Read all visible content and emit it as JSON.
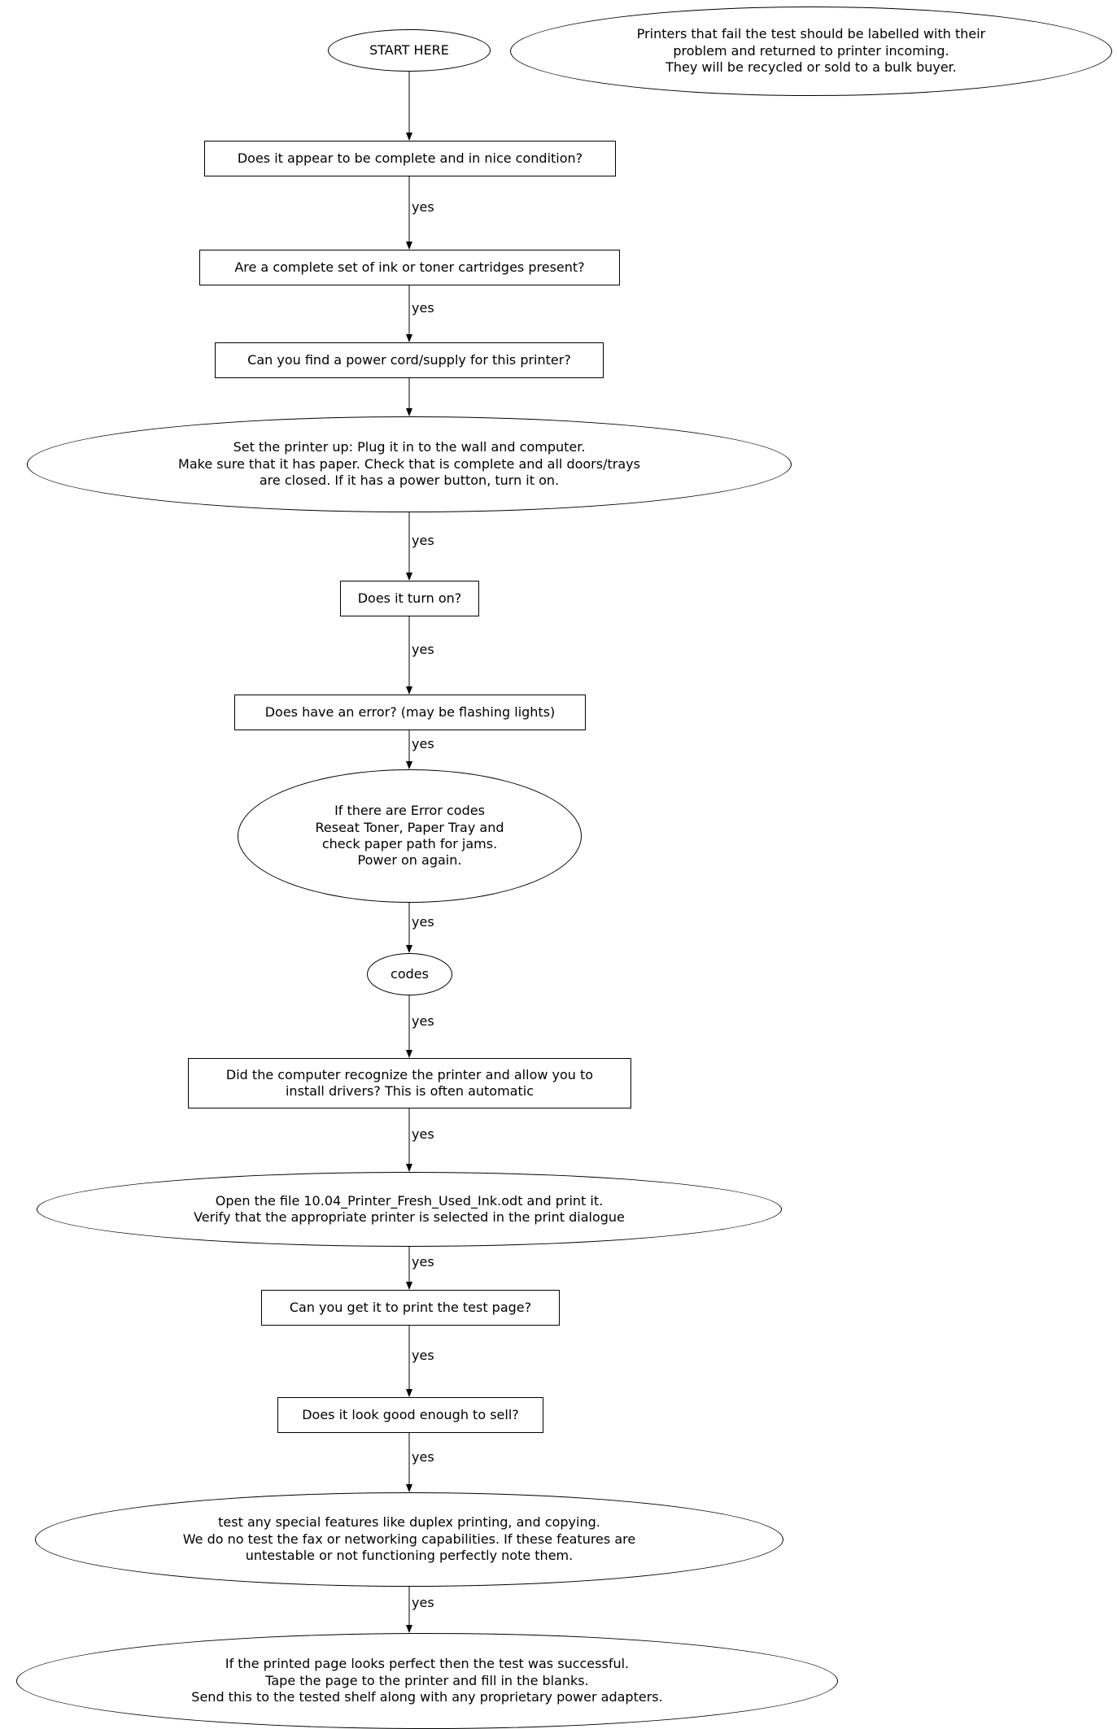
{
  "diagram": {
    "type": "flowchart",
    "background_color": "#ffffff",
    "stroke_color": "#000000",
    "text_color": "#000000",
    "nodes": {
      "start": {
        "shape": "ellipse",
        "text": "START HERE"
      },
      "fail_note": {
        "shape": "ellipse",
        "text": "Printers that fail the test should be labelled with their\nproblem and returned to printer incoming.\nThey will be recycled or sold to a bulk buyer."
      },
      "q_complete": {
        "shape": "box",
        "text": "Does it appear to be complete and in nice condition?"
      },
      "q_cartridges": {
        "shape": "box",
        "text": "Are a complete set of ink or toner cartridges present?"
      },
      "q_power_cord": {
        "shape": "box",
        "text": "Can you find a power cord/supply for this printer?"
      },
      "setup": {
        "shape": "ellipse",
        "text": "Set the printer up: Plug it in to the wall and computer.\nMake sure that it has paper. Check that is complete and all doors/trays\nare closed. If it has a power button, turn it on."
      },
      "q_turn_on": {
        "shape": "box",
        "text": "Does it turn on?"
      },
      "q_error": {
        "shape": "box",
        "text": "Does have an error? (may be flashing lights)"
      },
      "error_codes": {
        "shape": "ellipse",
        "text": "If there are Error codes\nReseat Toner, Paper Tray and\ncheck paper path for jams.\nPower on again."
      },
      "codes": {
        "shape": "ellipse",
        "text": "codes"
      },
      "q_recognize": {
        "shape": "box",
        "text": "Did the computer recognize the printer and allow you to\ninstall drivers? This is often automatic"
      },
      "open_file": {
        "shape": "ellipse",
        "text": "Open the file 10.04_Printer_Fresh_Used_Ink.odt and print it.\nVerify that the appropriate printer is selected in the print dialogue"
      },
      "q_print_test": {
        "shape": "box",
        "text": "Can you get it to print the test page?"
      },
      "q_look_good": {
        "shape": "box",
        "text": "Does it look good enough to sell?"
      },
      "special_features": {
        "shape": "ellipse",
        "text": "test any special features like duplex printing, and copying.\nWe do no test the fax or networking capabilities. If these features are\nuntestable or not functioning perfectly note them."
      },
      "success": {
        "shape": "ellipse",
        "text": "If the printed page looks perfect then the test was successful.\nTape the page to the printer and fill in the blanks.\nSend this to the tested shelf along with any proprietary power adapters."
      }
    },
    "edges": [
      {
        "from": "start",
        "to": "q_complete",
        "label": ""
      },
      {
        "from": "q_complete",
        "to": "q_cartridges",
        "label": "yes"
      },
      {
        "from": "q_cartridges",
        "to": "q_power_cord",
        "label": "yes"
      },
      {
        "from": "q_power_cord",
        "to": "setup",
        "label": ""
      },
      {
        "from": "setup",
        "to": "q_turn_on",
        "label": "yes"
      },
      {
        "from": "q_turn_on",
        "to": "q_error",
        "label": "yes"
      },
      {
        "from": "q_error",
        "to": "error_codes",
        "label": "yes"
      },
      {
        "from": "error_codes",
        "to": "codes",
        "label": "yes"
      },
      {
        "from": "codes",
        "to": "q_recognize",
        "label": "yes"
      },
      {
        "from": "q_recognize",
        "to": "open_file",
        "label": "yes"
      },
      {
        "from": "open_file",
        "to": "q_print_test",
        "label": "yes"
      },
      {
        "from": "q_print_test",
        "to": "q_look_good",
        "label": "yes"
      },
      {
        "from": "q_look_good",
        "to": "special_features",
        "label": "yes"
      },
      {
        "from": "special_features",
        "to": "success",
        "label": "yes"
      }
    ]
  }
}
